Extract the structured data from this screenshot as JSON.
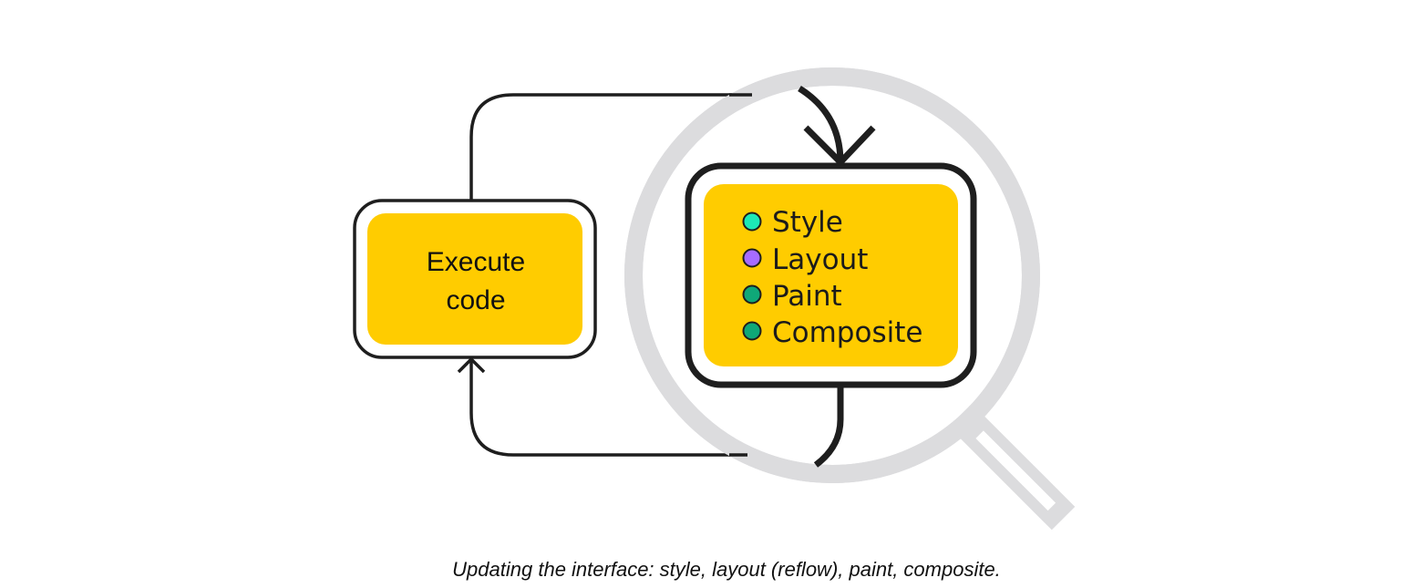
{
  "diagram": {
    "execute_box": {
      "line1": "Execute",
      "line2": "code"
    },
    "render_box": {
      "items": [
        {
          "label": "Style",
          "dot_color": "#1de9b6"
        },
        {
          "label": "Layout",
          "dot_color": "#a66cff"
        },
        {
          "label": "Paint",
          "dot_color": "#0fa878"
        },
        {
          "label": "Composite",
          "dot_color": "#0fa878"
        }
      ]
    },
    "colors": {
      "box_fill": "#ffcc00",
      "outline": "#1e1e1e",
      "magnifier": "#dcdcde"
    }
  },
  "caption": "Updating the interface: style, layout (reflow), paint, composite."
}
